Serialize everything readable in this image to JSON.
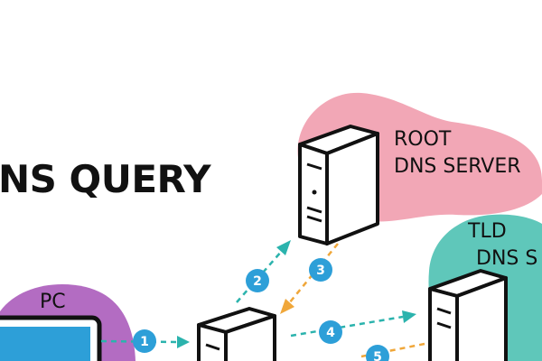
{
  "title": "NS QUERY",
  "nodes": {
    "pc": {
      "label": "PC",
      "blob_color": "#b36cc2"
    },
    "root": {
      "label_line1": "ROOT",
      "label_line2": "DNS SERVER",
      "blob_color": "#f2a7b6"
    },
    "tld": {
      "label_line1": "TLD",
      "label_line2": "DNS S",
      "blob_color": "#5fc7ba"
    },
    "resolver": {
      "icon": "server-icon"
    }
  },
  "steps": [
    "1",
    "2",
    "3",
    "4",
    "5"
  ],
  "colors": {
    "arrow_teal": "#2bb3ad",
    "arrow_orange": "#f0a73a",
    "step_circle": "#2d9fd8",
    "outline": "#111111"
  }
}
